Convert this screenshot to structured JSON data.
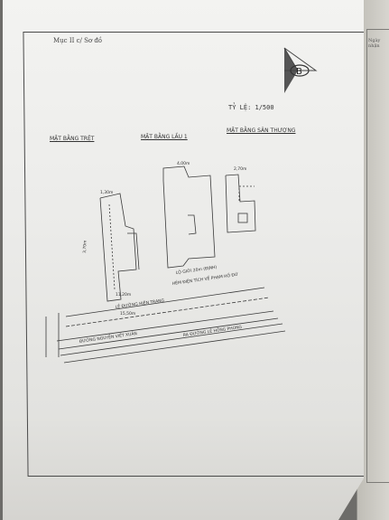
{
  "document": {
    "header_label": "Mục II c/ Sơ đồ",
    "scale_label": "TỶ LỆ: 1/500",
    "compass_letter": "B",
    "plan_labels": {
      "ground_floor": "MẶT BẰNG TRỆT",
      "first_floor": "MẶT BẰNG LẦU 1",
      "terrace": "MẶT BẰNG SÂN THƯỢNG"
    },
    "streets": {
      "street_a": "LỘ GIỚI 20m (ĐỊNH)",
      "street_b": "HẺM ĐIỆN TÍCH VỀ PHẠM HỒ ĐỨ",
      "street_c": "LỀ ĐƯỜNG HIỆN TRẠNG",
      "street_d": "ĐƯỜNG NGUYỄN VIẾT XUÂN",
      "street_e": "RA ĐƯỜNG LÊ HỒNG PHONG"
    },
    "dimensions": {
      "d1": "11,20m",
      "d2": "15,50m",
      "d3": "1,30m",
      "d4": "3,70m",
      "d5": "4,00m",
      "d6": "2,70m"
    }
  },
  "colors": {
    "ink": "#3a3a3a",
    "paper": "#efefec",
    "background": "#6d6c69"
  }
}
